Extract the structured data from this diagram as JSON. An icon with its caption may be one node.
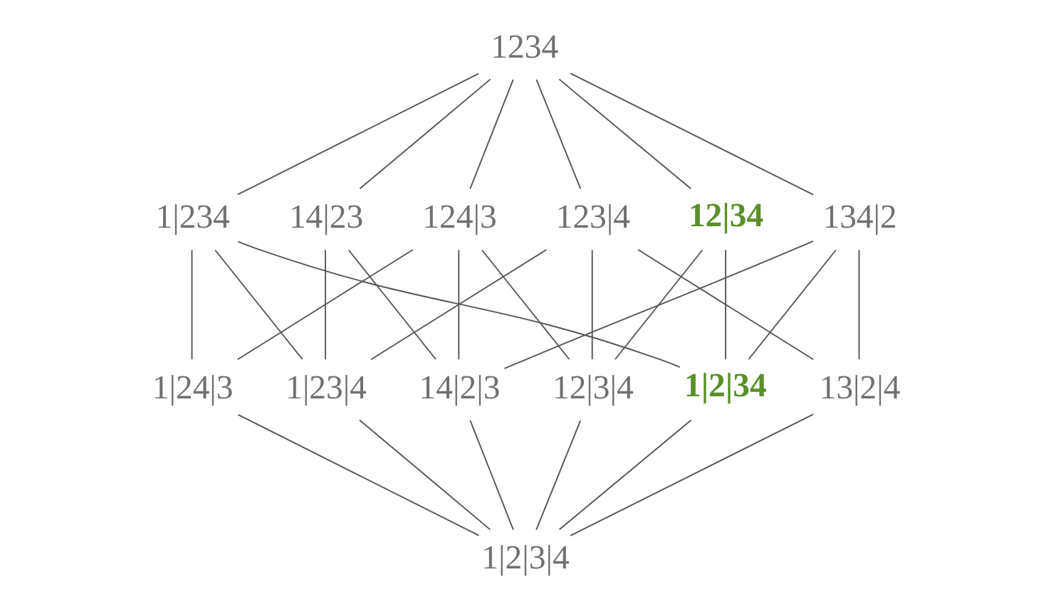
{
  "diagram": {
    "nodes": [
      {
        "text": [
          "1234"
        ]
      },
      {
        "text": [
          "1|234"
        ]
      },
      {
        "text": [
          "123|4"
        ]
      },
      {
        "text": [
          "12|34"
        ]
      },
      {
        "text": [
          "14|23"
        ]
      },
      {
        "text": [
          "134|2"
        ]
      },
      {
        "text": [
          "124|3"
        ]
      },
      {
        "text": [
          "1|23|4"
        ]
      },
      {
        "text": [
          "1|2|34"
        ]
      },
      {
        "text": [
          "13|2|4"
        ]
      },
      {
        "text": [
          "1|24|3"
        ]
      },
      {
        "text": [
          "12|3|4"
        ]
      },
      {
        "text": [
          "14|2|3"
        ]
      },
      {
        "text": [
          "1|2|3|4"
        ]
      }
    ],
    "edges": [
      {
        "from": 0,
        "to": 1,
        "arrow": "none"
      },
      {
        "from": 0,
        "to": 2,
        "arrow": "none"
      },
      {
        "from": 0,
        "to": 3,
        "arrow": "none"
      },
      {
        "from": 0,
        "to": 4,
        "arrow": "none"
      },
      {
        "from": 0,
        "to": 5,
        "arrow": "none"
      },
      {
        "from": 0,
        "to": 6,
        "arrow": "none"
      },
      {
        "from": 1,
        "to": 7,
        "arrow": "none"
      },
      {
        "from": 1,
        "to": 8,
        "arrow": "none"
      },
      {
        "from": 1,
        "to": 10,
        "arrow": "none"
      },
      {
        "from": 2,
        "to": 7,
        "arrow": "none"
      },
      {
        "from": 2,
        "to": 9,
        "arrow": "none"
      },
      {
        "from": 2,
        "to": 11,
        "arrow": "none"
      },
      {
        "from": 3,
        "to": 8,
        "arrow": "none"
      },
      {
        "from": 3,
        "to": 11,
        "arrow": "none"
      },
      {
        "from": 4,
        "to": 7,
        "arrow": "none"
      },
      {
        "from": 4,
        "to": 12,
        "arrow": "none"
      },
      {
        "from": 5,
        "to": 8,
        "arrow": "none"
      },
      {
        "from": 5,
        "to": 9,
        "arrow": "none"
      },
      {
        "from": 5,
        "to": 12,
        "arrow": "none"
      },
      {
        "from": 6,
        "to": 10,
        "arrow": "none"
      },
      {
        "from": 6,
        "to": 11,
        "arrow": "none"
      },
      {
        "from": 6,
        "to": 12,
        "arrow": "none"
      },
      {
        "from": 7,
        "to": 13,
        "arrow": "none"
      },
      {
        "from": 8,
        "to": 13,
        "arrow": "none"
      },
      {
        "from": 9,
        "to": 13,
        "arrow": "none"
      },
      {
        "from": 10,
        "to": 13,
        "arrow": "none"
      },
      {
        "from": 11,
        "to": 13,
        "arrow": "none"
      },
      {
        "from": 12,
        "to": 13,
        "arrow": "none"
      }
    ]
  }
}
